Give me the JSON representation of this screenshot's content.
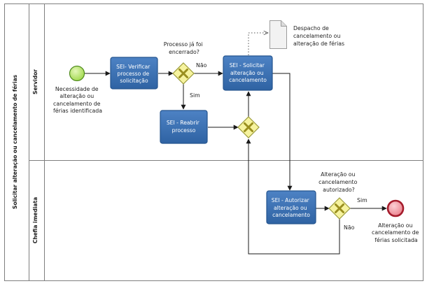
{
  "pool": {
    "title": "Solicitar alteração ou cancelamento de férias",
    "lanes": [
      "Servidor",
      "Chefia imediata"
    ]
  },
  "events": {
    "start": [
      "Necessidade de",
      "alteração ou",
      "cancelamento de",
      "férias identificada"
    ],
    "end": [
      "Alteração ou",
      "cancelamento de",
      "férias solicitada"
    ]
  },
  "tasks": {
    "verificar": [
      "SEI- Verificar",
      "processo de",
      "solicitação"
    ],
    "reabrir": [
      "SEI - Reabrir",
      "processo"
    ],
    "solicitar": [
      "SEI - Solicitar",
      "alteração ou",
      "cancelamento"
    ],
    "autorizar": [
      "SEI - Autorizar",
      "alteração ou",
      "cancelamento"
    ]
  },
  "gateways": {
    "encerrado": [
      "Processo já foi",
      "encerrado?"
    ],
    "autorizado": [
      "Alteração ou",
      "cancelamento",
      "autorizado?"
    ]
  },
  "flow_labels": {
    "nao1": "Não",
    "sim1": "Sim",
    "sim2": "Sim",
    "nao2": "Não"
  },
  "artifact": [
    "Despacho de",
    "cancelamento ou",
    "alteração de férias"
  ],
  "colors": {
    "task_fill": "#3e73b4",
    "task_stroke": "#24548e",
    "gateway_fill": "#f6f39e",
    "gateway_stroke": "#9a9a3a",
    "start_fill": "#b6e86a",
    "end_fill": "#f2a0a8",
    "end_stroke": "#a51c2c"
  }
}
